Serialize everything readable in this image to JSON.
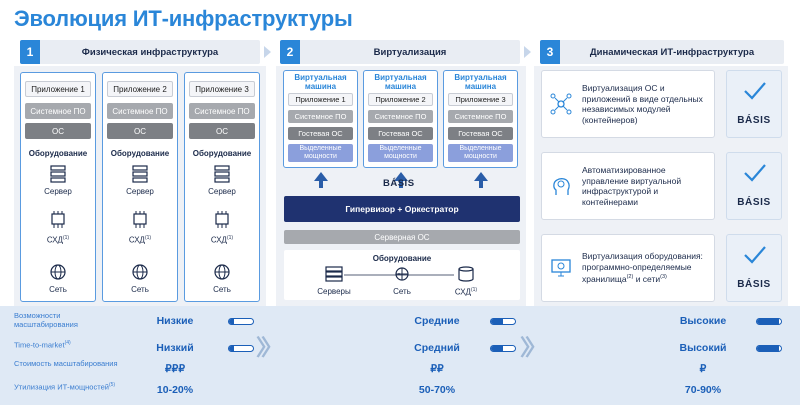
{
  "title": "Эволюция ИТ-инфраструктуры",
  "columns": [
    {
      "num": "1",
      "label": "Физическая инфраструктура"
    },
    {
      "num": "2",
      "label": "Виртуализация"
    },
    {
      "num": "3",
      "label": "Динамическая ИТ-инфраструктура"
    }
  ],
  "physical": {
    "stacks": [
      {
        "app": "Приложение 1",
        "sw": "Системное ПО",
        "os": "ОС",
        "hw": "Оборудование",
        "server": "Сервер",
        "storage": "СХД",
        "net": "Сеть"
      },
      {
        "app": "Приложение 2",
        "sw": "Системное ПО",
        "os": "ОС",
        "hw": "Оборудование",
        "server": "Сервер",
        "storage": "СХД",
        "net": "Сеть"
      },
      {
        "app": "Приложение 3",
        "sw": "Системное ПО",
        "os": "ОС",
        "hw": "Оборудование",
        "server": "Сервер",
        "storage": "СХД",
        "net": "Сеть"
      }
    ],
    "footnote": "(1)"
  },
  "virtual": {
    "vms": [
      {
        "title": "Виртуальная машина",
        "app": "Приложение 1",
        "sw": "Системное ПО",
        "os": "Гостевая ОС",
        "res": "Выделенные мощности"
      },
      {
        "title": "Виртуальная машина",
        "app": "Приложение 2",
        "sw": "Системное ПО",
        "os": "Гостевая ОС",
        "res": "Выделенные мощности"
      },
      {
        "title": "Виртуальная машина",
        "app": "Приложение 3",
        "sw": "Системное ПО",
        "os": "Гостевая ОС",
        "res": "Выделенные мощности"
      }
    ],
    "basis": "BÁSIS",
    "hypervisor": "Гипервизор + Оркестратор",
    "server_os": "Серверная ОС",
    "hardware": "Оборудование",
    "servers": "Серверы",
    "net": "Сеть",
    "storage": "СХД",
    "footnote": "(1)"
  },
  "dynamic": [
    {
      "text": "Виртуализация ОС и приложений в виде отдельных независимых модулей (контейнеров)",
      "icon": "network-icon",
      "badge": "BÁSIS"
    },
    {
      "text": "Автоматизированное управление виртуальной инфраструктурой и контейнерами",
      "icon": "brain-gear-icon",
      "badge": "BÁSIS"
    },
    {
      "text": "Виртуализация оборудования: программно-определяемые хранилища",
      "sup1": "(2)",
      "text2": "и сети",
      "sup2": "(3)",
      "icon": "monitor-gear-icon",
      "badge": "BÁSIS"
    }
  ],
  "metrics": [
    {
      "label": "Возможности масштабирования",
      "values": [
        "Низкие",
        "Средние",
        "Высокие"
      ],
      "levels": [
        0.2,
        0.5,
        0.9
      ]
    },
    {
      "label": "Time-to-market",
      "sup": "(4)",
      "values": [
        "Низкий",
        "Средний",
        "Высокий"
      ],
      "levels": [
        0.2,
        0.5,
        0.9
      ]
    },
    {
      "label": "Стоимость масштабирования",
      "values": [
        "₽₽₽",
        "₽₽",
        "₽"
      ]
    },
    {
      "label": "Утилизация ИТ-мощностей",
      "sup": "(5)",
      "values": [
        "10-20%",
        "50-70%",
        "70-90%"
      ]
    }
  ],
  "colors": {
    "accent": "#2a86d8",
    "dark": "#1f3270",
    "value": "#1b5fb8"
  }
}
